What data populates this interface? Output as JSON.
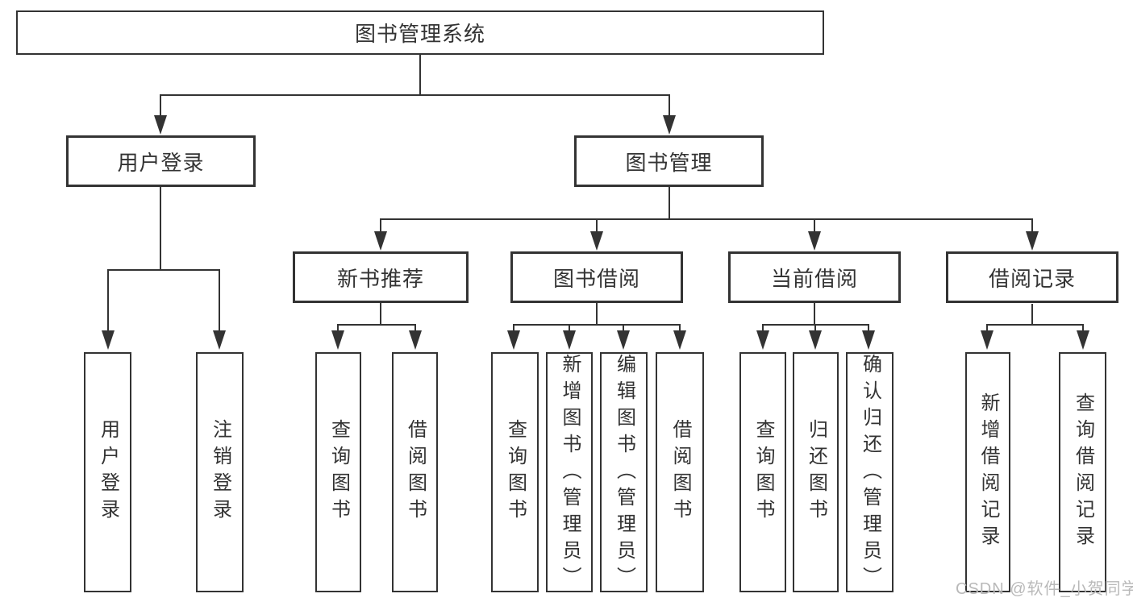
{
  "diagram": {
    "root": {
      "label": "图书管理系统"
    },
    "branches": [
      {
        "label": "用户登录",
        "children": [
          {
            "label": "用户登录"
          },
          {
            "label": "注销登录"
          }
        ]
      },
      {
        "label": "图书管理",
        "children": [
          {
            "label": "新书推荐",
            "children": [
              {
                "label": "查询图书"
              },
              {
                "label": "借阅图书"
              }
            ]
          },
          {
            "label": "图书借阅",
            "children": [
              {
                "label": "查询图书"
              },
              {
                "label": "新增图书（管理员）"
              },
              {
                "label": "编辑图书（管理员）"
              },
              {
                "label": "借阅图书"
              }
            ]
          },
          {
            "label": "当前借阅",
            "children": [
              {
                "label": "查询图书"
              },
              {
                "label": "归还图书"
              },
              {
                "label": "确认归还（管理员）"
              }
            ]
          },
          {
            "label": "借阅记录",
            "children": [
              {
                "label": "新增借阅记录"
              },
              {
                "label": "查询借阅记录"
              }
            ]
          }
        ]
      }
    ]
  },
  "watermark": {
    "text": "CSDN @软件_小贺同学"
  },
  "colors": {
    "line": "#333333",
    "text": "#333333",
    "watermark": "#b9b9b9",
    "background": "#ffffff"
  }
}
